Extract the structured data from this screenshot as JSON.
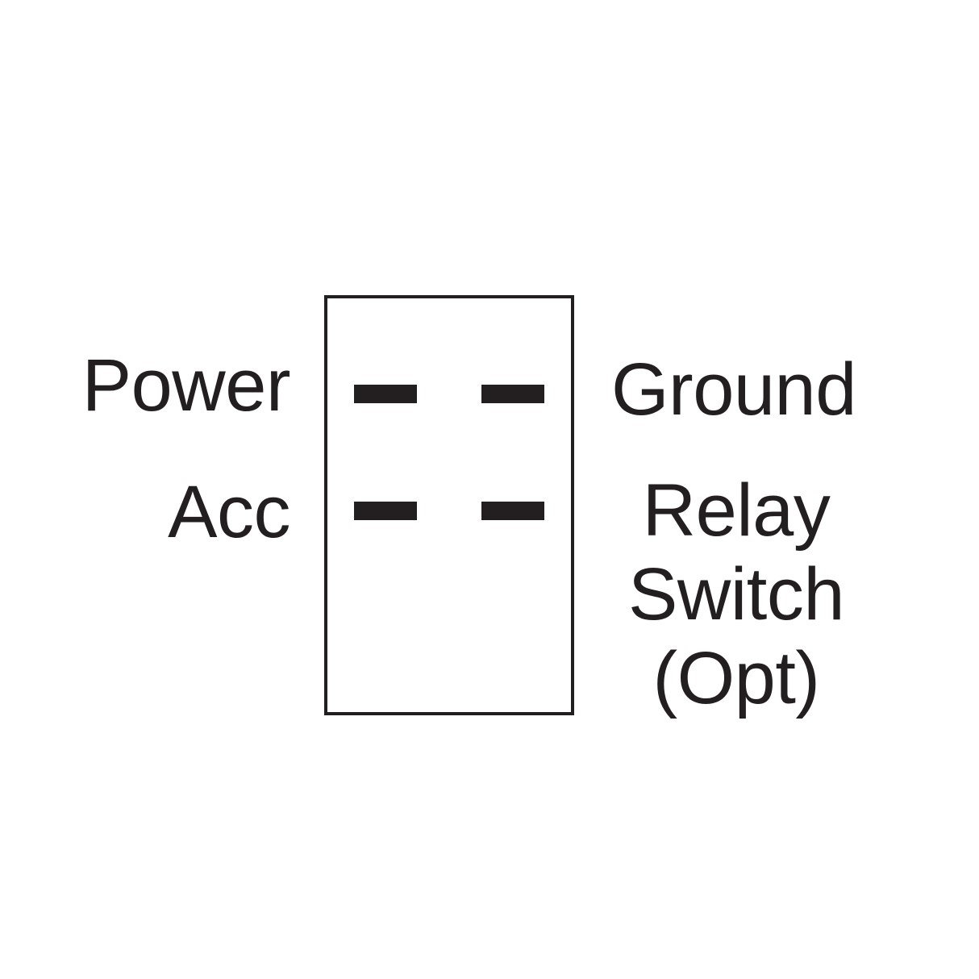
{
  "diagram": {
    "colors": {
      "ink": "#231f20",
      "background": "#ffffff"
    },
    "labels": {
      "power": "Power",
      "acc": "Acc",
      "ground": "Ground",
      "relay_line_1": "Relay",
      "relay_line_2": "Switch",
      "relay_line_3": "(Opt)"
    },
    "terminals": [
      {
        "id": "power",
        "label": "Power",
        "position": "top-left"
      },
      {
        "id": "ground",
        "label": "Ground",
        "position": "top-right"
      },
      {
        "id": "acc",
        "label": "Acc",
        "position": "bottom-left"
      },
      {
        "id": "relay",
        "label": "Relay Switch (Opt)",
        "position": "bottom-right"
      }
    ]
  }
}
